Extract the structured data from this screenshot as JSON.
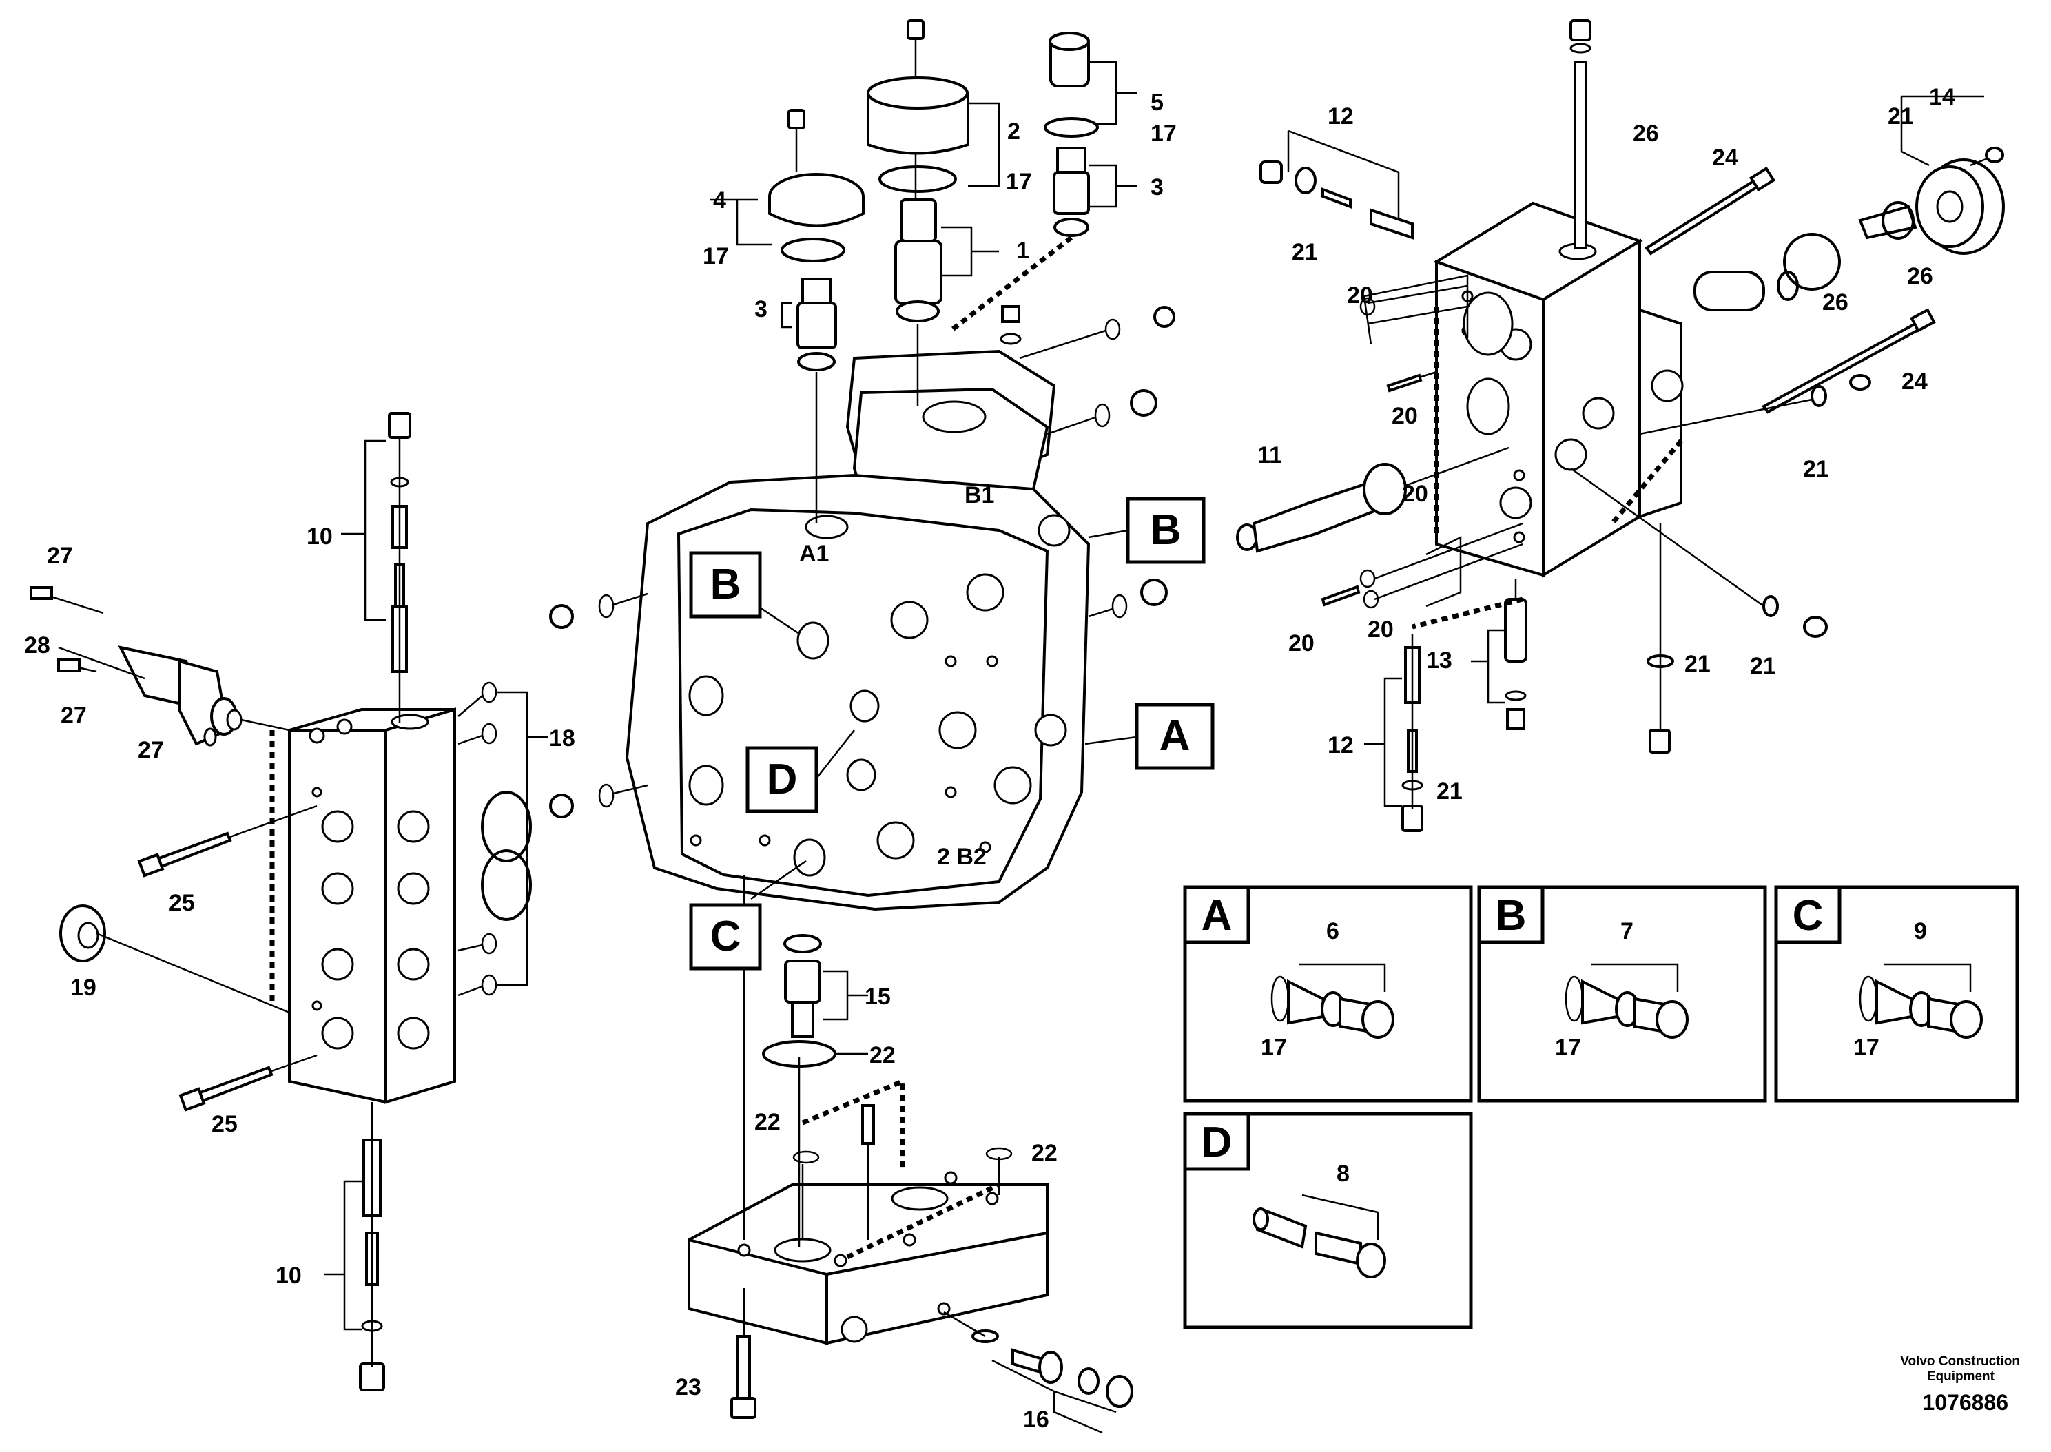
{
  "drawing": {
    "labels": {
      "1": "1",
      "2": "2",
      "3": "3",
      "4": "4",
      "5": "5",
      "6": "6",
      "7": "7",
      "8": "8",
      "9": "9",
      "10": "10",
      "11": "11",
      "12": "12",
      "13": "13",
      "14": "14",
      "15": "15",
      "16": "16",
      "17": "17",
      "18": "18",
      "19": "19",
      "20": "20",
      "21": "21",
      "22": "22",
      "23": "23",
      "24": "24",
      "25": "25",
      "26": "26",
      "27": "27",
      "28": "28"
    },
    "port_tags": {
      "a": "A",
      "b": "B",
      "c": "C",
      "d": "D"
    },
    "body_marks": {
      "a1": "A1",
      "b1": "B1",
      "b2": "2 B2"
    }
  },
  "footer": {
    "company_line1": "Volvo Construction",
    "company_line2": "Equipment",
    "drawing_number": "1076886"
  }
}
